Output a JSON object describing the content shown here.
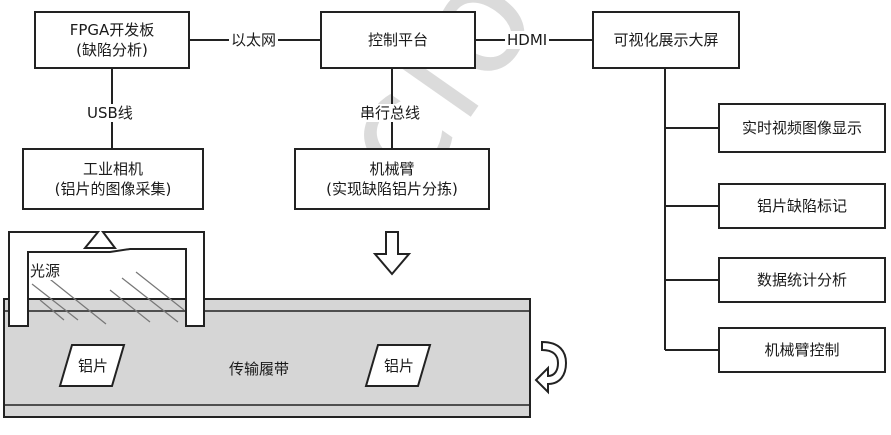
{
  "nodes": {
    "fpga": {
      "line1": "FPGA开发板",
      "line2": "(缺陷分析)"
    },
    "control": {
      "line1": "控制平台"
    },
    "display": {
      "line1": "可视化展示大屏"
    },
    "camera": {
      "line1": "工业相机",
      "line2": "(铝片的图像采集)"
    },
    "arm": {
      "line1": "机械臂",
      "line2": "(实现缺陷铝片分拣)"
    },
    "features": [
      {
        "label": "实时视频图像显示"
      },
      {
        "label": "铝片缺陷标记"
      },
      {
        "label": "数据统计分析"
      },
      {
        "label": "机械臂控制"
      }
    ]
  },
  "edges": {
    "ethernet": "以太网",
    "hdmi": "HDMI",
    "usb": "USB线",
    "serial": "串行总线"
  },
  "scene": {
    "light_source": "光源",
    "conveyor": "传输履带",
    "piece_left": "铝片",
    "piece_right": "铝片"
  },
  "watermark": {
    "text": "cloud"
  }
}
